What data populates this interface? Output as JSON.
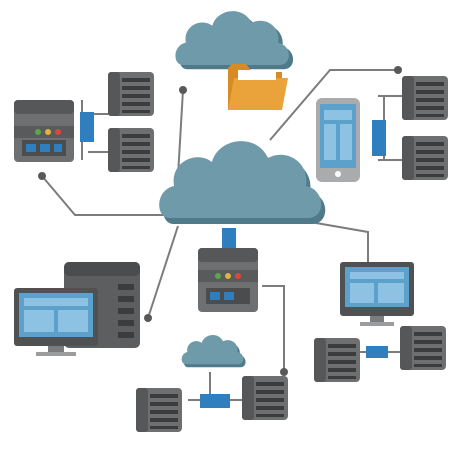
{
  "diagram": {
    "nodes": [
      {
        "id": "top-cloud",
        "kind": "cloud"
      },
      {
        "id": "folder",
        "kind": "folder-icon"
      },
      {
        "id": "central-cloud",
        "kind": "cloud"
      },
      {
        "id": "left-server",
        "kind": "server"
      },
      {
        "id": "left-server-stack-a",
        "kind": "server-stack"
      },
      {
        "id": "left-server-stack-b",
        "kind": "server-stack"
      },
      {
        "id": "tablet",
        "kind": "tablet"
      },
      {
        "id": "right-server-stack-a",
        "kind": "server-stack"
      },
      {
        "id": "right-server-stack-b",
        "kind": "server-stack"
      },
      {
        "id": "center-server",
        "kind": "server"
      },
      {
        "id": "desktop-monitor-left",
        "kind": "monitor"
      },
      {
        "id": "tower-server",
        "kind": "server-tower"
      },
      {
        "id": "desktop-monitor-right",
        "kind": "monitor"
      },
      {
        "id": "right-bottom-stack-a",
        "kind": "server-stack"
      },
      {
        "id": "right-bottom-stack-b",
        "kind": "server-stack"
      },
      {
        "id": "small-cloud",
        "kind": "cloud"
      },
      {
        "id": "bottom-stack-a",
        "kind": "server-stack"
      },
      {
        "id": "bottom-stack-b",
        "kind": "server-stack"
      }
    ],
    "colors": {
      "cloud": "#6f9aaa",
      "cloud_shadow": "#4f7a89",
      "server_dark": "#4f5153",
      "server_mid": "#6c6e70",
      "connector": "#7c7c7c",
      "accent_blue": "#2f7fbf",
      "folder": "#e9a33a",
      "screen": "#5ca0cc",
      "led_red": "#d9483b",
      "led_yellow": "#e3b23c",
      "led_green": "#5aa84b"
    }
  }
}
